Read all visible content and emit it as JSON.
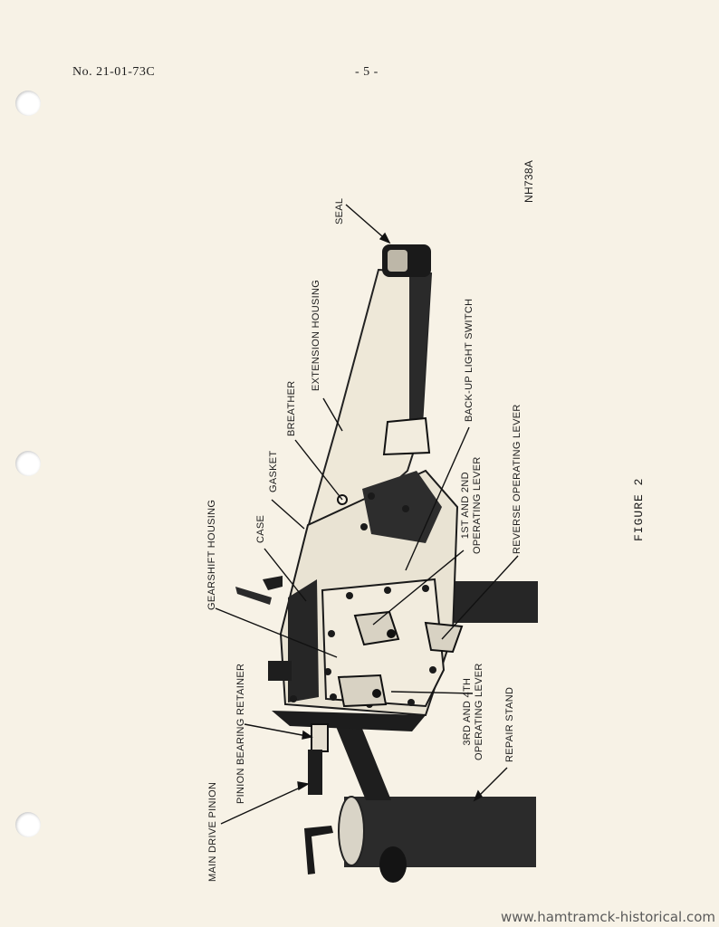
{
  "header": {
    "doc_number": "No. 21-01-73C",
    "page_number": "- 5 -"
  },
  "photo_code": "NH738A",
  "figure_label": "FIGURE 2",
  "callouts": {
    "seal": "SEAL",
    "extension_housing": "EXTENSION HOUSING",
    "breather": "BREATHER",
    "gasket": "GASKET",
    "case": "CASE",
    "gearshift_housing": "GEARSHIFT HOUSING",
    "pinion_bearing_retainer": "PINION BEARING RETAINER",
    "main_drive_pinion": "MAIN DRIVE PINION",
    "backup_light_switch": "BACK-UP LIGHT SWITCH",
    "first_second_lever": [
      "1ST AND 2ND",
      "OPERATING LEVER"
    ],
    "reverse_lever": "REVERSE OPERATING LEVER",
    "third_fourth_lever": [
      "3RD AND 4TH",
      "OPERATING LEVER"
    ],
    "repair_stand": "REPAIR STAND"
  },
  "watermark": "www.hamtramck-historical.com"
}
